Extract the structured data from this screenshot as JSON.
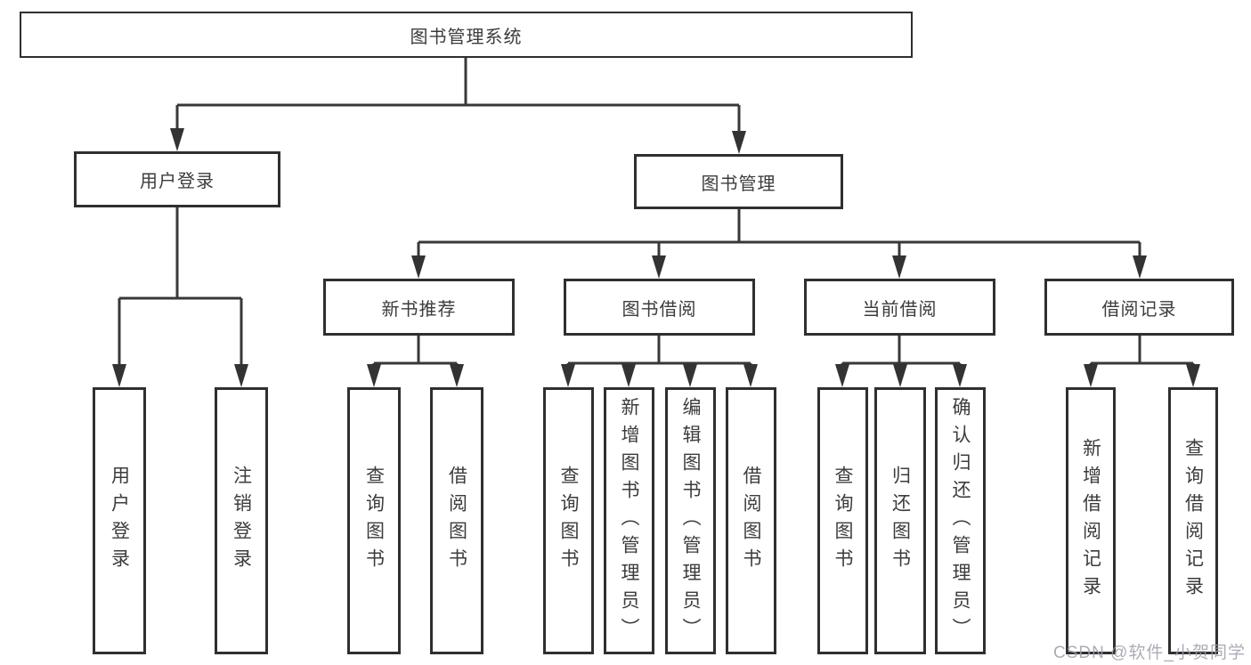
{
  "tree": {
    "label": "图书管理系统",
    "children": [
      {
        "label": "用户登录",
        "children": [
          {
            "label": "用户登录"
          },
          {
            "label": "注销登录"
          }
        ]
      },
      {
        "label": "图书管理",
        "children": [
          {
            "label": "新书推荐",
            "children": [
              {
                "label": "查询图书"
              },
              {
                "label": "借阅图书"
              }
            ]
          },
          {
            "label": "图书借阅",
            "children": [
              {
                "label": "查询图书"
              },
              {
                "label": "新增图书（管理员）"
              },
              {
                "label": "编辑图书（管理员）"
              },
              {
                "label": "借阅图书"
              }
            ]
          },
          {
            "label": "当前借阅",
            "children": [
              {
                "label": "查询图书"
              },
              {
                "label": "归还图书"
              },
              {
                "label": "确认归还（管理员）"
              }
            ]
          },
          {
            "label": "借阅记录",
            "children": [
              {
                "label": "新增借阅记录"
              },
              {
                "label": "查询借阅记录"
              }
            ]
          }
        ]
      }
    ]
  },
  "watermark": "CSDN @软件_小贺同学",
  "colors": {
    "box_border": "#2f2f2f",
    "connector": "#383838",
    "text": "#3c3c3c",
    "background": "#ffffff",
    "watermark": "#9e9eaa"
  }
}
